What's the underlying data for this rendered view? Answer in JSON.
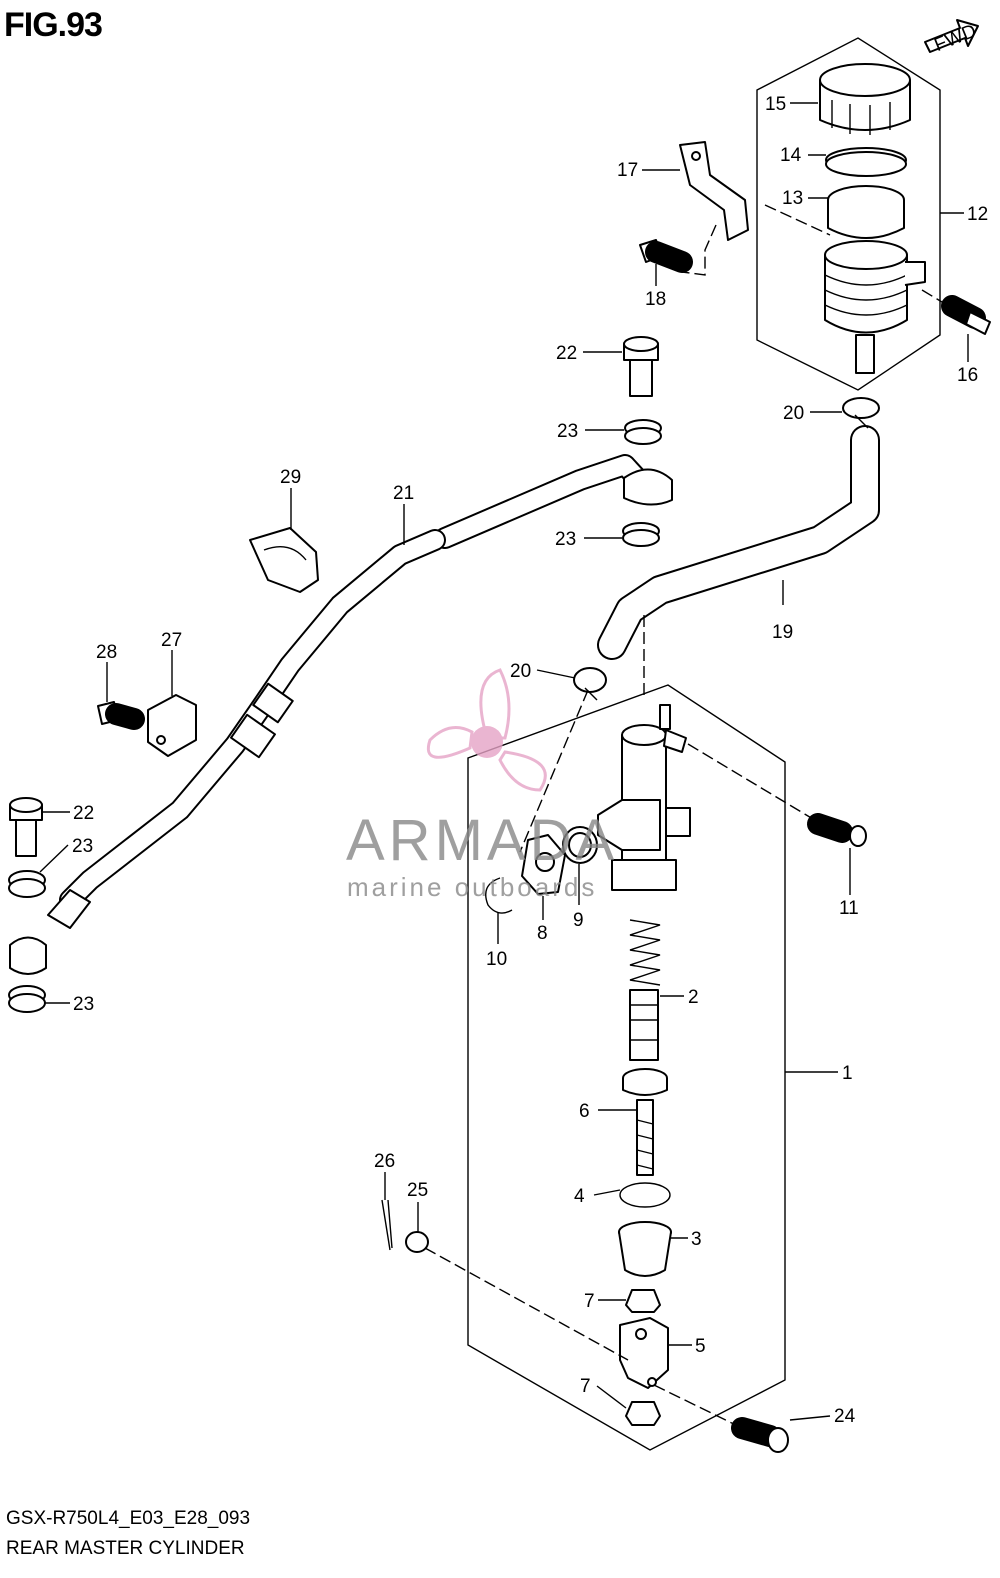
{
  "figure_title": "FIG.93",
  "fwd_label": "FWD",
  "model_code": "GSX-R750L4_E03_E28_093",
  "diagram_name": "REAR MASTER CYLINDER",
  "watermark": {
    "brand": "ARMADA",
    "tagline": "marine outboards",
    "color": "#e6a3c6"
  },
  "callouts": {
    "c1": "1",
    "c2": "2",
    "c3": "3",
    "c4": "4",
    "c5": "5",
    "c6": "6",
    "c7a": "7",
    "c7b": "7",
    "c8": "8",
    "c9": "9",
    "c10": "10",
    "c11": "11",
    "c12": "12",
    "c13": "13",
    "c14": "14",
    "c15": "15",
    "c16": "16",
    "c17": "17",
    "c18": "18",
    "c19": "19",
    "c20a": "20",
    "c20b": "20",
    "c21": "21",
    "c22a": "22",
    "c22b": "22",
    "c23a": "23",
    "c23b": "23",
    "c23c": "23",
    "c23d": "23",
    "c24": "24",
    "c25": "25",
    "c26": "26",
    "c27": "27",
    "c28": "28",
    "c29": "29"
  }
}
